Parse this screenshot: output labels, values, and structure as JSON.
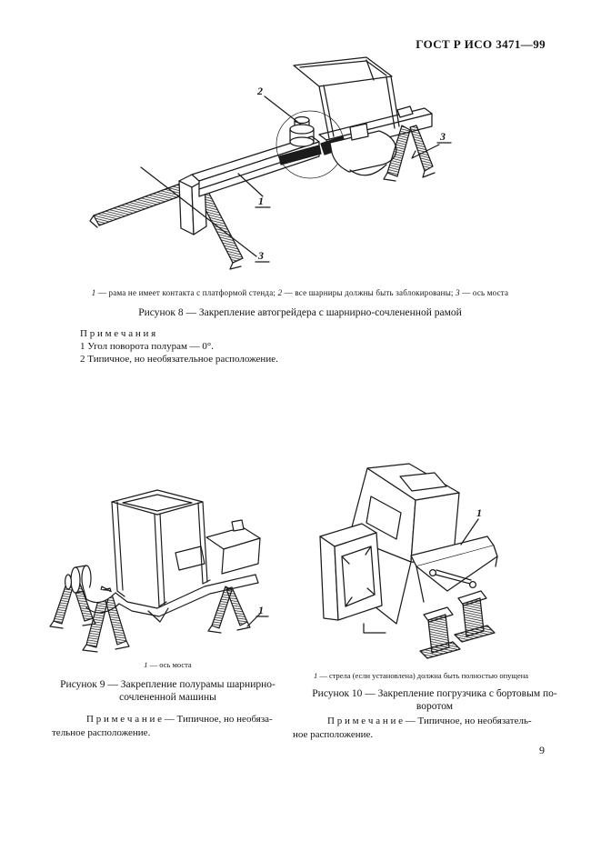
{
  "page": {
    "header_title": "ГОСТ Р ИСО 3471—99",
    "page_number": "9"
  },
  "figure8": {
    "callout_1": "1",
    "callout_2": "2",
    "callout_3_right": "3",
    "callout_3_bottom": "3",
    "legend_parts": [
      {
        "t": "1"
      },
      {
        "t": " — рама не имеет контакта с платформой стенда; "
      },
      {
        "t": "2"
      },
      {
        "t": " — все шарниры должны быть заблокированы; "
      },
      {
        "t": "3"
      },
      {
        "t": " — ось моста"
      }
    ],
    "caption": "Рисунок 8 — Закрепление автогрейдера с шарнирно-сочлененной рамой",
    "notes_title": "П р и м е ч а н и я",
    "note1": "1  Угол поворота полурам — 0°.",
    "note2": "2  Типичное, но необязательное расположение."
  },
  "figure9": {
    "callout_1": "1",
    "legend_num": "1",
    "legend_text": " — ось моста",
    "caption_line1": "Рисунок 9 — Закрепление полурамы шарнирно-",
    "caption_line2": "сочлененной машины",
    "note_line1": "П р и м е ч а н и е  — Типичное, но необяза-",
    "note_line2": "тельное расположение."
  },
  "figure10": {
    "callout_1": "1",
    "legend_num": "1",
    "legend_text": " — стрела (если установлена)  должна быть полностью опущена",
    "caption_line1": "Рисунок 10 — Закрепление погрузчика с бортовым по-",
    "caption_line2": "воротом",
    "note_line1": "П р и м е ч а н и е  — Типичное,  но  необязатель-",
    "note_line2": "ное расположение."
  }
}
